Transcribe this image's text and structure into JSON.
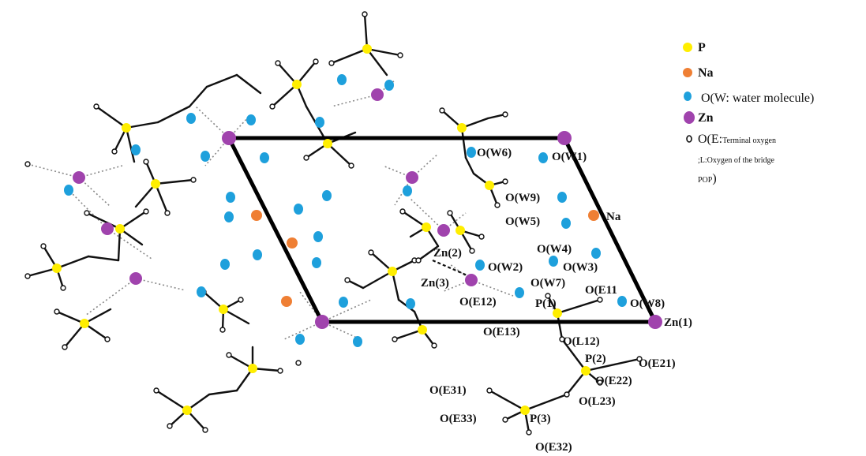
{
  "colors": {
    "P": "#ffee00",
    "Na": "#ef7f34",
    "O_W": "#1ea0dc",
    "Zn": "#a043ad",
    "bond": "#111111",
    "hbond": "#888888",
    "cell": "#000000"
  },
  "legend": {
    "p": "P",
    "na": "Na",
    "ow": "O(W: water molecule)",
    "zn": "Zn",
    "oe_line1": "O(E:",
    "oe_line1_small": "Terminal oxygen",
    "oe_line2_prefix": ";L:",
    "oe_line2_small": "Oxygen of the bridge",
    "oe_line3_small": "POP",
    "oe_line3_suffix": ")"
  },
  "labels": {
    "ow6": "O(W6)",
    "ow1": "O(W1)",
    "ow9": "O(W9)",
    "ow5": "O(W5)",
    "na": "Na",
    "zn2": "Zn(2)",
    "ow4": "O(W4)",
    "ow2": "O(W2)",
    "ow3": "O(W3)",
    "zn3": "Zn(3)",
    "ow7": "O(W7)",
    "oe11": "O(E11",
    "oe12": "O(E12)",
    "p1": "P(1)",
    "ow8": "O(W8)",
    "zn1": "Zn(1)",
    "oe13": "O(E13)",
    "ol12": "O(L12)",
    "p2": "P(2)",
    "oe21": "O(E21)",
    "oe22": "O(E22)",
    "oe31": "O(E31)",
    "ol23": "O(L23)",
    "oe33": "O(E33)",
    "p3": "P(3)",
    "oe32": "O(E32)"
  }
}
